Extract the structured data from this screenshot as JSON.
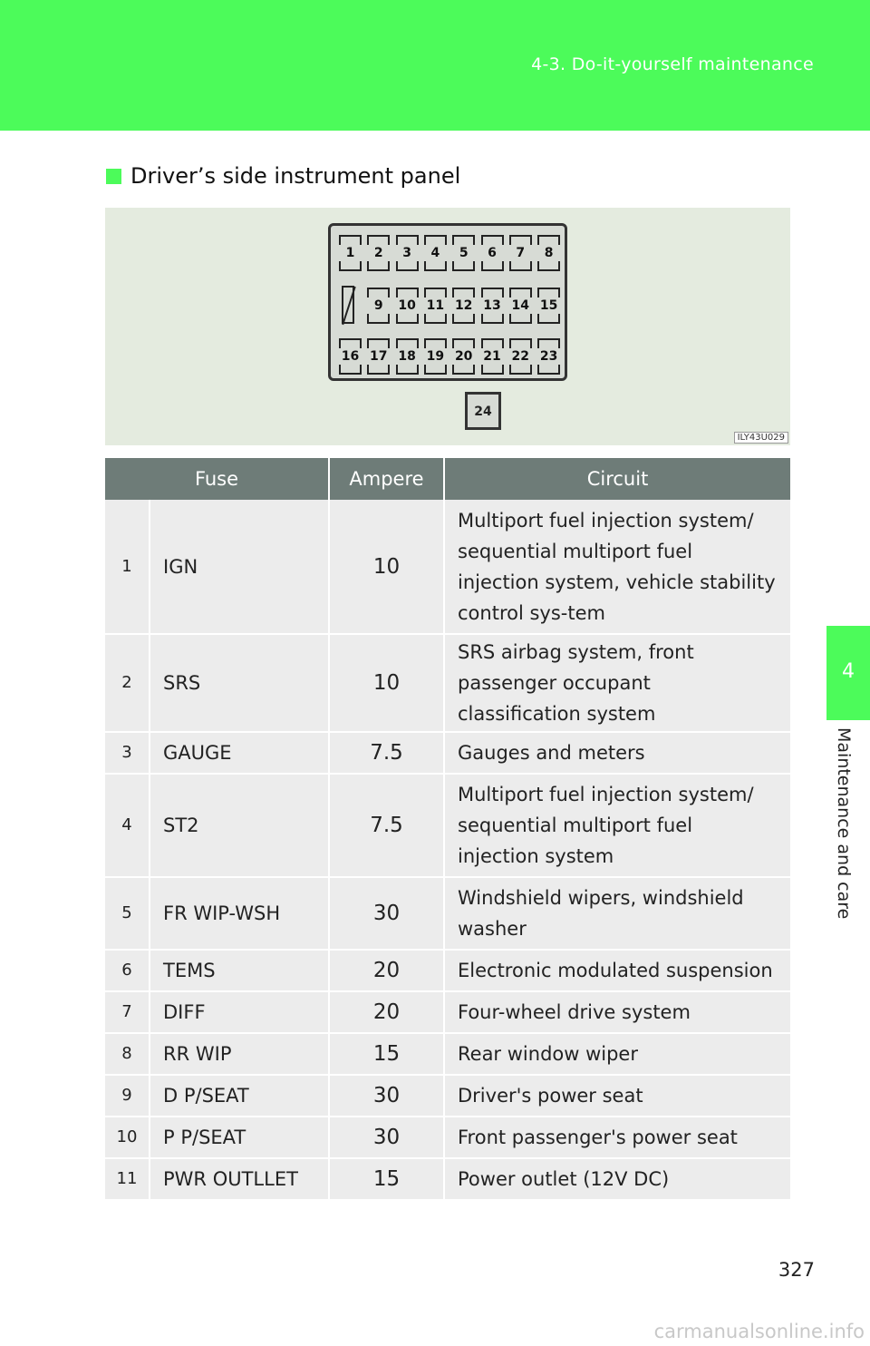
{
  "header": {
    "title": "4-3. Do-it-yourself maintenance"
  },
  "side_tab": {
    "number": "4",
    "label": "Maintenance and care"
  },
  "section": {
    "heading": "Driver’s side instrument panel"
  },
  "figure": {
    "row1": [
      "1",
      "2",
      "3",
      "4",
      "5",
      "6",
      "7",
      "8"
    ],
    "row2": [
      "9",
      "10",
      "11",
      "12",
      "13",
      "14",
      "15"
    ],
    "row3": [
      "16",
      "17",
      "18",
      "19",
      "20",
      "21",
      "22",
      "23"
    ],
    "single": "24",
    "code": "ILY43U029"
  },
  "table": {
    "headers": {
      "fuse": "Fuse",
      "ampere": "Ampere",
      "circuit": "Circuit"
    },
    "rows": [
      {
        "num": "1",
        "name": "IGN",
        "amp": "10",
        "circuit": "Multiport fuel injection system/ sequential multiport fuel injection system, vehicle stability control sys-tem"
      },
      {
        "num": "2",
        "name": "SRS",
        "amp": "10",
        "circuit": "SRS airbag system, front passenger occupant classification system"
      },
      {
        "num": "3",
        "name": "GAUGE",
        "amp": "7.5",
        "circuit": "Gauges and meters"
      },
      {
        "num": "4",
        "name": "ST2",
        "amp": "7.5",
        "circuit": "Multiport fuel injection system/ sequential multiport fuel injection system"
      },
      {
        "num": "5",
        "name": "FR WIP-WSH",
        "amp": "30",
        "circuit": "Windshield wipers, windshield washer"
      },
      {
        "num": "6",
        "name": "TEMS",
        "amp": "20",
        "circuit": "Electronic modulated suspension"
      },
      {
        "num": "7",
        "name": "DIFF",
        "amp": "20",
        "circuit": "Four-wheel drive system"
      },
      {
        "num": "8",
        "name": "RR WIP",
        "amp": "15",
        "circuit": "Rear window wiper"
      },
      {
        "num": "9",
        "name": "D P/SEAT",
        "amp": "30",
        "circuit": "Driver's power seat"
      },
      {
        "num": "10",
        "name": "P P/SEAT",
        "amp": "30",
        "circuit": "Front passenger's power seat"
      },
      {
        "num": "11",
        "name": "PWR OUTLLET",
        "amp": "15",
        "circuit": "Power outlet (12V DC)"
      }
    ]
  },
  "page_number": "327",
  "watermark": "carmanualsonline.info",
  "colors": {
    "accent_green": "#4cfb5a",
    "table_header": "#6e7c78",
    "row_bg": "#ececec"
  }
}
